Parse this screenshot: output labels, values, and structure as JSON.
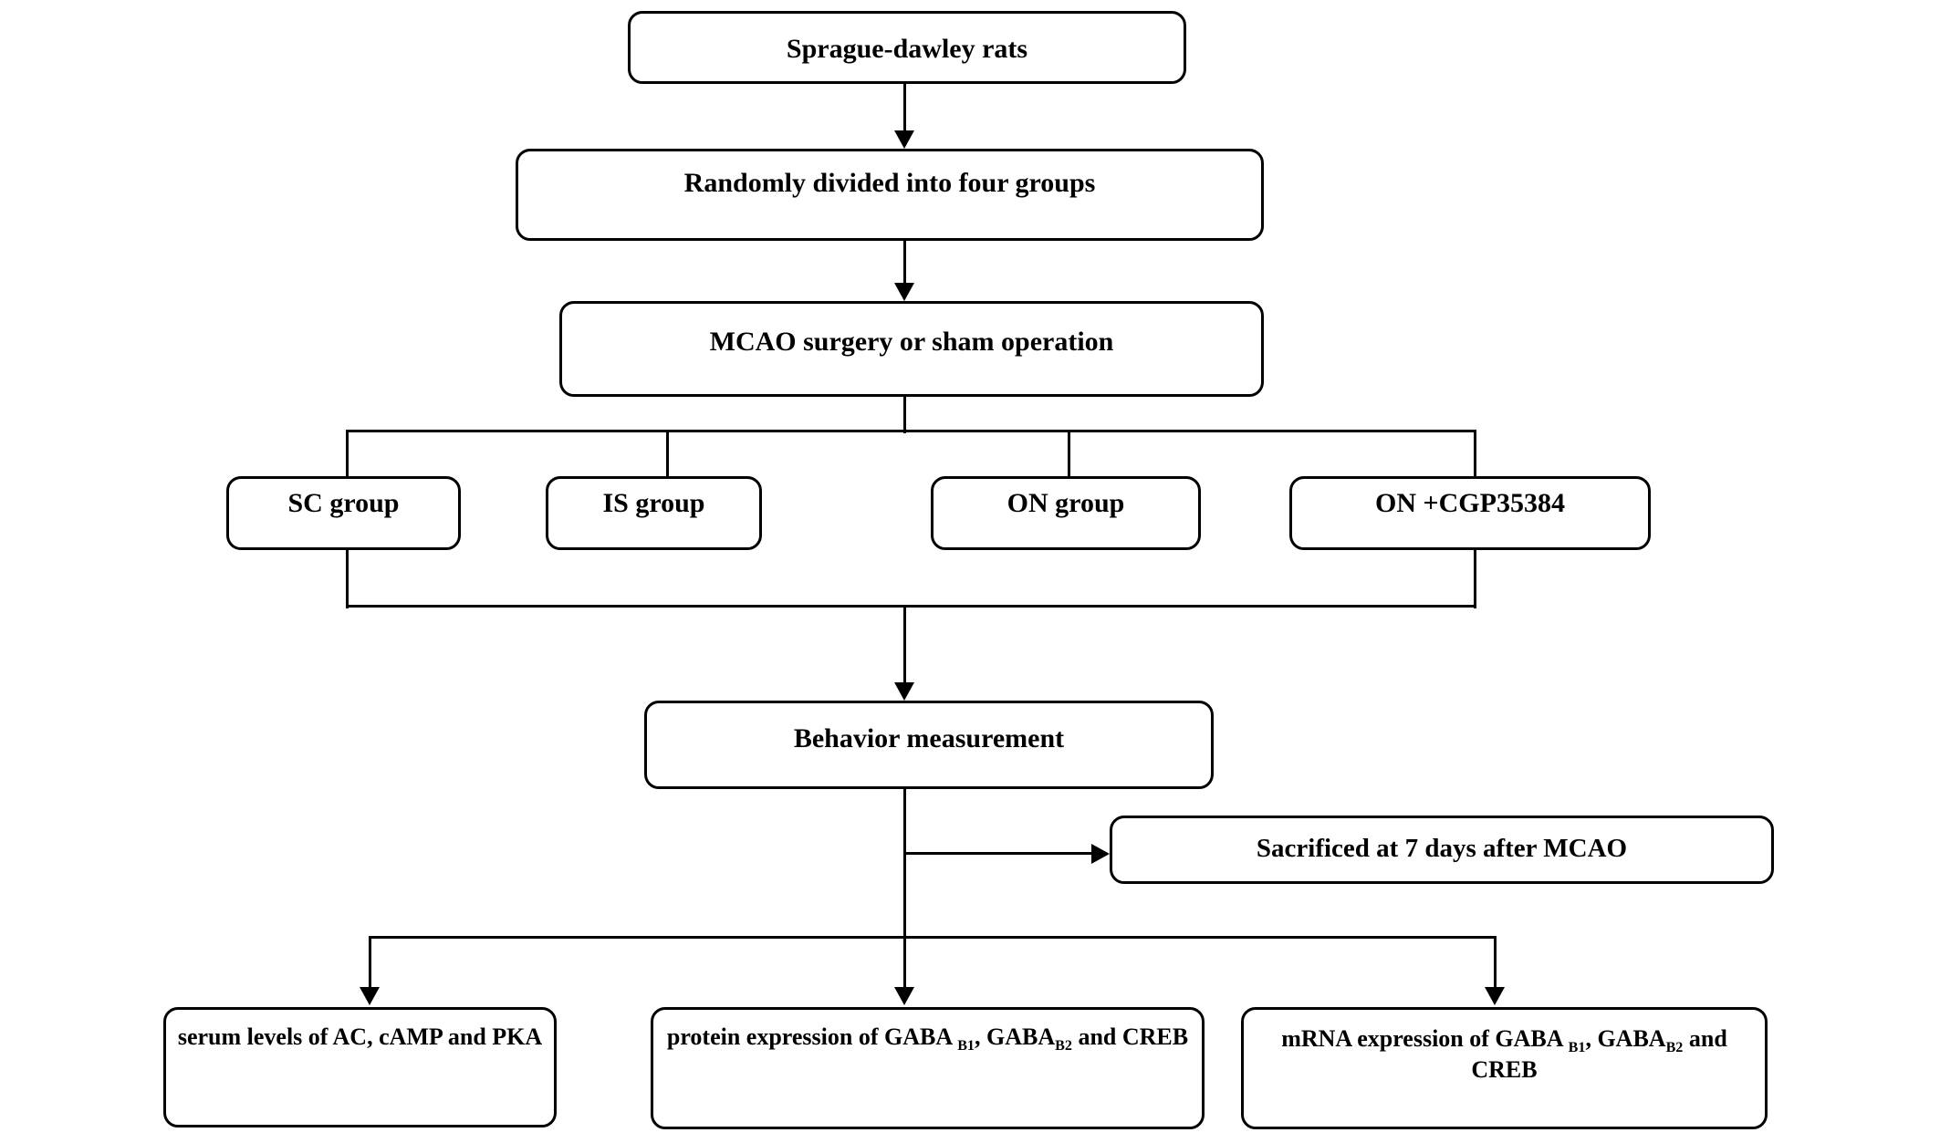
{
  "figure": {
    "background_color": "#ffffff",
    "stroke_color": "#000000",
    "text_color": "#000000",
    "nodes": {
      "rats": "Sprague-dawley rats",
      "randomized": "Randomly divided into four groups",
      "surgery": "MCAO surgery or sham operation",
      "group_sc": "SC group",
      "group_is": "IS group",
      "group_on": "ON group",
      "group_on_cgp": "ON +CGP35384",
      "behavior": "Behavior measurement",
      "sacrificed": "Sacrificed at 7 days after MCAO",
      "serum": "serum levels of AC, cAMP and PKA",
      "protein": {
        "p1": "protein expression of GABA ",
        "sub1": "B1",
        "p2": ", GABA",
        "sub2": "B2",
        "p3": " and CREB"
      },
      "mrna": {
        "p1": "mRNA expression of GABA ",
        "sub1": "B1",
        "p2": ", GABA",
        "sub2": "B2",
        "p3": " and",
        "line2": "CREB"
      }
    }
  }
}
